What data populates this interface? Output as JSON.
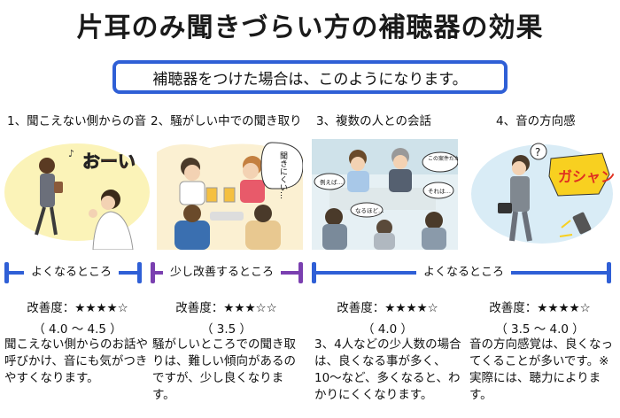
{
  "title": "片耳のみ聞きづらい方の補聴器の効果",
  "subtitle": "補聴器をつけた場合は、このようになります。",
  "colors": {
    "blue": "#2f5fd6",
    "purple": "#7a3fb0"
  },
  "columns": [
    {
      "heading": "1、聞こえない側からの音",
      "illustration": {
        "speech": "おーい"
      },
      "bar_label": "よくなるところ",
      "rating_label": "改善度：★★★★☆",
      "rating_range": "（ 4.0 〜 4.5 ）",
      "rating_value": 4.0,
      "description": "聞こえない側からのお話や呼びかけ、音にも気がつきやすくなります。"
    },
    {
      "heading": "2、騒がしい中での聞き取り",
      "illustration": {
        "speech": "聞きにくい…"
      },
      "bar_label": "少し改善するところ",
      "rating_label": "改善度：★★★☆☆",
      "rating_range": "（ 3.5 ）",
      "rating_value": 3.5,
      "description": "騒がしいところでの聞き取りは、難しい傾向があるのですが、少し良くなります。"
    },
    {
      "heading": "3、複数の人との会話",
      "illustration": {
        "speech": [
          "この案件だが…",
          "例えば…",
          "それは…",
          "なるほど…"
        ]
      },
      "bar_label": "よくなるところ",
      "rating_label": "改善度：★★★★☆",
      "rating_range": "（ 4.0 ）",
      "rating_value": 4.0,
      "description": "3、4人などの少人数の場合は、良くなる事が多く、10〜など、多くなると、わかりにくくなります。"
    },
    {
      "heading": "4、音の方向感",
      "illustration": {
        "speech": [
          "ガシャン",
          "?"
        ]
      },
      "rating_label": "改善度：★★★★☆",
      "rating_range": "（ 3.5 〜 4.0 ）",
      "rating_value": 3.5,
      "description": "音の方向感覚は、良くなってくることが多いです。※実際には、聴力によります。"
    }
  ]
}
